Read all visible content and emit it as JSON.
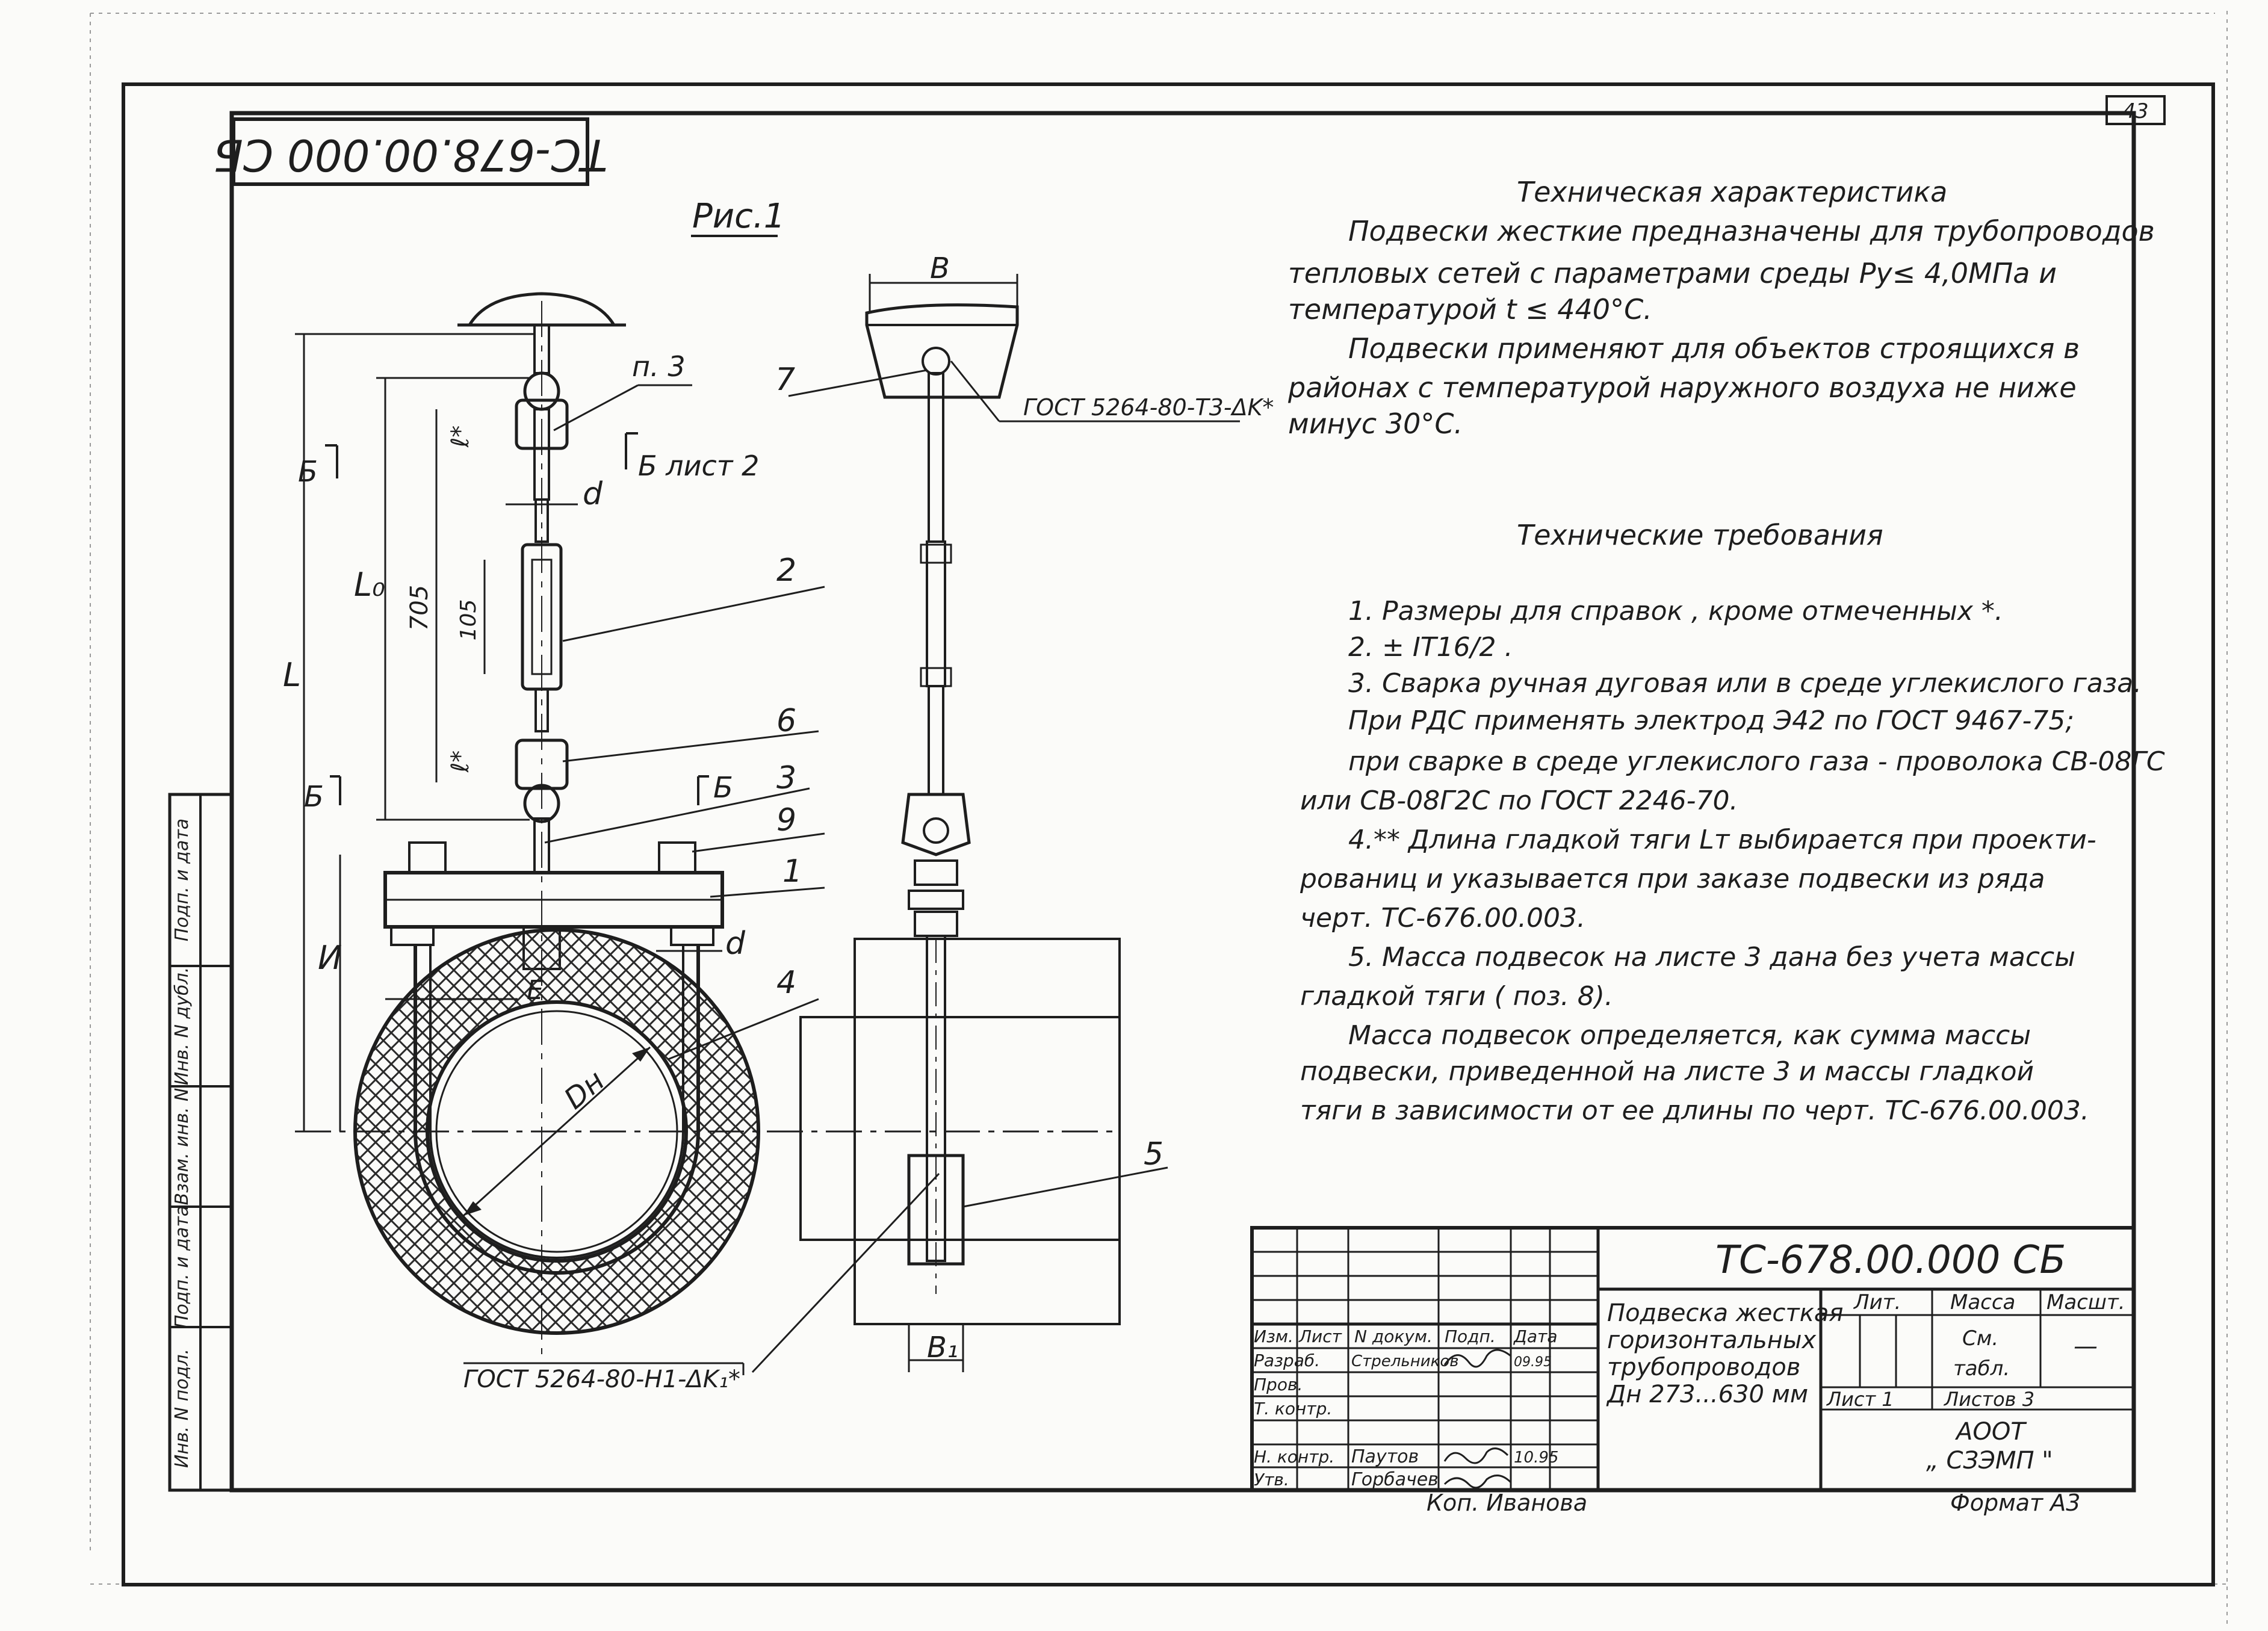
{
  "sheet": {
    "sheet_corner": "43",
    "stamp_code_rotated": "ТС-678.00.000 СБ",
    "figure_label": "Рис.1",
    "format_label": "Формат А3",
    "copied_by": "Коп. Иванова"
  },
  "tech_characteristic": {
    "title": "Техническая характеристика",
    "lines": [
      "Подвески жесткие предназначены для трубопроводов",
      "тепловых сетей с параметрами среды Ру≤ 4,0МПа и",
      "температурой  t ≤ 440°С.",
      "Подвески применяют для объектов строящихся в",
      "районах с температурой наружного воздуха не ниже",
      "минус 30°С."
    ]
  },
  "tech_requirements": {
    "title": "Технические требования",
    "lines": [
      "1.  Размеры для справок , кроме отмеченных *.",
      "2.  ± IT16/2 .",
      "3. Сварка ручная дуговая или в среде углекислого газа.",
      "При РДС применять электрод Э42 по ГОСТ 9467-75;",
      "при сварке в среде углекислого газа - проволока СВ-08ГС",
      "или СВ-08Г2С по ГОСТ 2246-70.",
      "4.** Длина гладкой тяги Lт выбирается при проекти-",
      "рованиц и указывается при заказе подвески из ряда",
      "черт. ТС-676.00.003.",
      "5. Масса подвесок на листе 3 дана без учета массы",
      "гладкой тяги  ( поз. 8).",
      "Масса подвесок определяется, как сумма массы",
      "подвески, приведенной на листе 3 и массы гладкой",
      "тяги в зависимости от ее длины по черт. ТС-676.00.003."
    ]
  },
  "drawing_labels": {
    "weld_bottom": "ГОСТ 5264-80-Н1-ΔK₁*",
    "weld_top": "ГОСТ 5264-80-Т3-ΔK*",
    "p3": "п. 3",
    "section_b": "Б",
    "section_b_sheet": "Б лист 2",
    "dim_d": "d",
    "dim_Lo": "L₀",
    "dim_L": "L",
    "dim_705": "705",
    "dim_105": "105",
    "dim_lstar": "ℓ*",
    "dim_I": "И",
    "dim_E": "E",
    "dim_Dn": "Dн",
    "dim_B": "B",
    "dim_B1": "B₁",
    "pos_1": "1",
    "pos_2": "2",
    "pos_3": "3",
    "pos_4": "4",
    "pos_5": "5",
    "pos_6": "6",
    "pos_7": "7",
    "pos_9": "9"
  },
  "side_column": [
    "Инв. N подл.",
    "Подп. и дата",
    "Взам. инв. N",
    "Инв. N дубл.",
    "Подп. и дата"
  ],
  "title_block": {
    "code": "ТС-678.00.000 СБ",
    "name_lines": [
      "Подвеска жесткая",
      "горизонтальных",
      "трубопроводов",
      "Дн 273...630 мм"
    ],
    "col_headers": [
      "Изм.",
      "Лист",
      "N докум.",
      "Подп.",
      "Дата"
    ],
    "roles": [
      "Разраб.",
      "Пров.",
      "Т. контр.",
      "",
      "Н. контр.",
      "Утв."
    ],
    "names": [
      "Стрельников",
      "",
      "",
      "",
      "Паутов",
      "Горбачев"
    ],
    "date_1": "09.95",
    "date_2": "10.95",
    "lit_label": "Лит.",
    "mass_label": "Масса",
    "scale_label": "Масшт.",
    "mass_value_1": "См.",
    "mass_value_2": "табл.",
    "scale_value": "—",
    "sheet_label": "Лист 1",
    "sheets_label": "Листов  3",
    "org_1": "АООТ",
    "org_2": "„ СЗЭМП \""
  }
}
